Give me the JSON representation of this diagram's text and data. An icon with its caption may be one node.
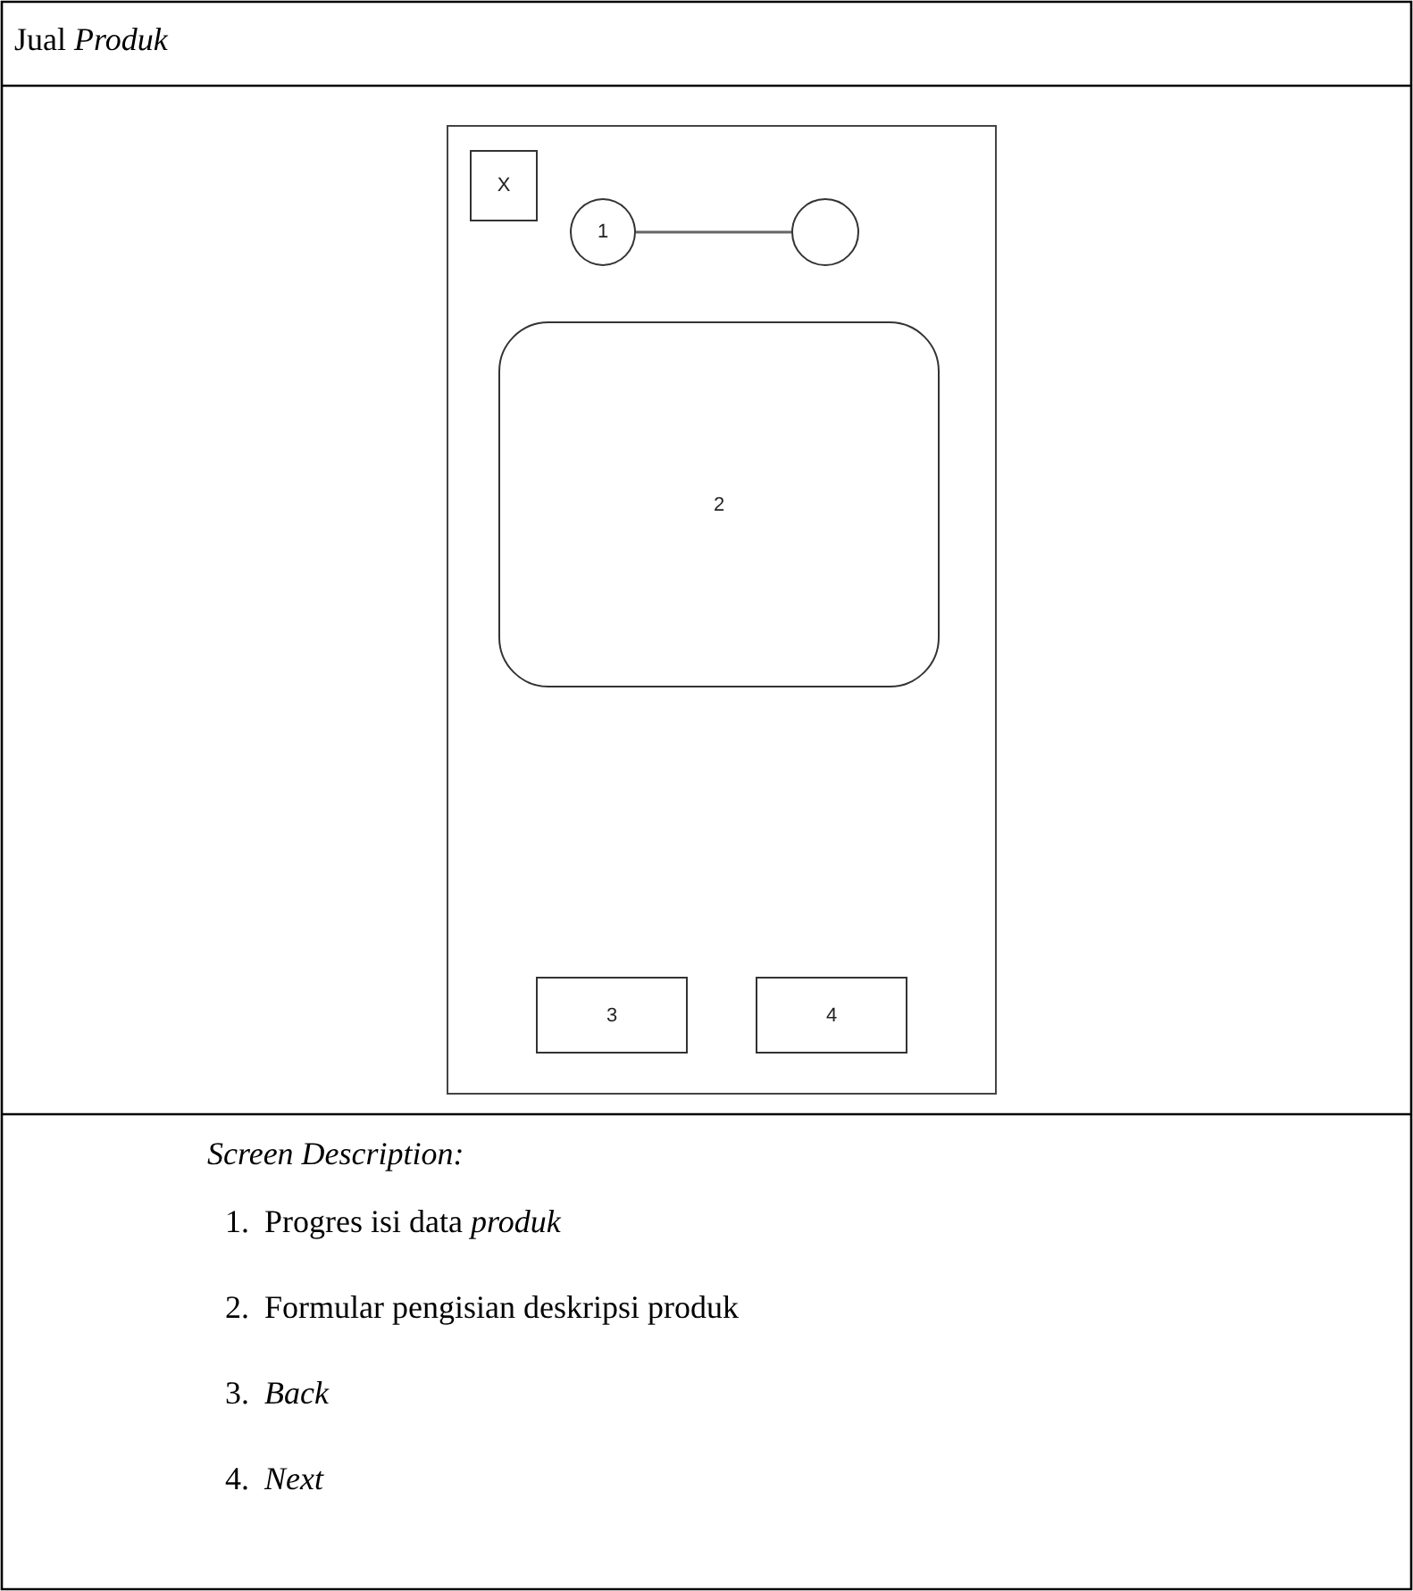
{
  "diagram": {
    "title": "Jual *Produk*",
    "nodes": [
      {
        "text": [],
        "shape": "box"
      },
      {
        "text": [
          "X"
        ],
        "in": 0
      },
      {
        "text": [
          "1"
        ],
        "in": 0
      },
      {
        "text": [],
        "shape": "circle",
        "in": 0
      },
      {
        "text": [
          "2"
        ],
        "in": 0
      },
      {
        "text": [
          "3"
        ],
        "in": 0
      },
      {
        "text": [
          "4"
        ],
        "in": 0
      }
    ],
    "edges": [
      {
        "from": 2,
        "to": 3,
        "arrow": "none"
      }
    ],
    "labels": [
      "Screen Description:",
      "1.",
      "Progres isi data *produk*",
      "2.",
      "Formular pengisian deskripsi produk",
      "3.",
      "Back",
      "4.",
      "Next"
    ]
  }
}
